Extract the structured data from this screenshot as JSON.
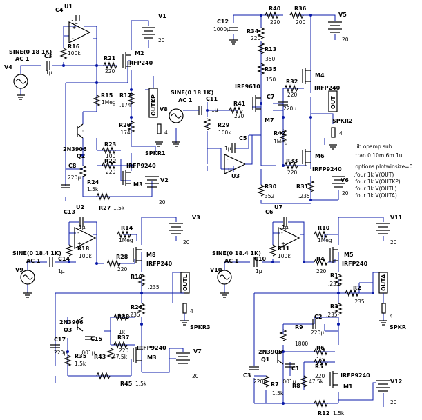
{
  "schematic": {
    "directives": [
      ".lib opamp.sub",
      ".tran 0 10m 6m 1u",
      ".options plotwinsize=0",
      ".four 1k V(OUT)",
      ".four 1k V(OUTKP)",
      ".four 1k V(OUTL)",
      ".four 1k V(OUTA)"
    ],
    "labels": {
      "c4": "C4",
      "u1": "U1",
      "c4v": "1µ",
      "r16": "R16",
      "r16v": "100k",
      "c3": "C3",
      "c3v": "1µ",
      "v4": "V4",
      "v4s": "SINE(0 18 1K)",
      "v4a": "AC 1",
      "r21": "R21",
      "r21v": "220",
      "m2": "M2",
      "m2t": "IRFP240",
      "v1": "V1",
      "v1v": "20",
      "r15": "R15",
      "r15v": "1Meg",
      "r17": "R17",
      "r17v": ".174",
      "outkp": "OUTKP",
      "r20": "R20",
      "r20v": ".174",
      "spkr1v": "4",
      "spkr1": "SPKR1",
      "q2n": "2N3906",
      "q2": "Q2",
      "r23": "R23",
      "r23v": "100",
      "r22": "R22",
      "r22v": "220",
      "m3t": "IRFP9240",
      "m3": "M3",
      "v2": "V2",
      "v2v": "20",
      "c8": "C8",
      "c8v": "220µ",
      "r24": "R24",
      "r24v": "1.5k",
      "r27": "R27",
      "r27v": "1.5k",
      "c12": "C12",
      "c12v": "1000µ",
      "r40": "R40",
      "r40v": "220",
      "r36": "R36",
      "r36v": "200",
      "v5": "V5",
      "v5v": "20",
      "r34": "R34",
      "r34v": "220",
      "r13": "R13",
      "r13v": "350",
      "r35": "R35",
      "r35v": "150",
      "irf9610": "IRF9610",
      "m4": "M4",
      "m4t": "IRFP240",
      "r32": "R32",
      "r32v": "220",
      "c7": "C7",
      "c7v": "220µ",
      "out": "OUT",
      "v8s": "SINE(0 18 1K)",
      "v8a": "AC 1",
      "v8": "V8",
      "c11": "C11",
      "c11v": "1µ",
      "r41": "R41",
      "r41v": "220",
      "m7": "M7",
      "spkr2v": "4",
      "spkr2": "SPKR2",
      "r29": "R29",
      "r29v": "100k",
      "c5": "C5",
      "c5v": "1µ",
      "r42": "R42",
      "r42v": "1Meg",
      "u3": "U3",
      "m6": "M6",
      "m6t": "IRFP9240",
      "r33": "R33",
      "r33v": "220",
      "r30": "R30",
      "r30v": "352",
      "r31": "R31",
      "r31v": ".235",
      "v6": "V6",
      "v6v": "20",
      "c13": "C13",
      "u2": "U2",
      "c13v": "1µ",
      "r14": "R14",
      "r14v": "1Meg",
      "v3": "V3",
      "v3v": "20",
      "r18": "R18",
      "r18v": "100k",
      "v9s": "SINE(0 18.4 1K)",
      "v9a": "AC 1",
      "c14": "C14",
      "c14v": "1µ",
      "v9": "V9",
      "r28": "R28",
      "r28v": "220",
      "m8": "M8",
      "m8t": "IRFP240",
      "r19": "R19",
      "r19v": ".235",
      "outl": "OUTL",
      "r26": "R26",
      "r26v": ".235",
      "spkr3v": "4",
      "spkr3": "SPKR3",
      "q3n": "2N3906",
      "q3": "Q3",
      "r38": "R38",
      "r38v": "1k",
      "r37": "R37",
      "r37v": "220",
      "c15": "C15",
      "c15v": ".001µ",
      "c17": "C17",
      "c17v": "220µ",
      "r35b": "R35",
      "r35bv": "1.5k",
      "r43": "R43",
      "r43v": "47.5k",
      "m3b": "M3",
      "m3bt": "IRFP9240",
      "v7": "V7",
      "v7v": "20",
      "r45": "R45",
      "r45v": "1.5k",
      "c6": "C6",
      "u7": "U7",
      "c6v": "1µ",
      "r10": "R10",
      "r10v": "1Meg",
      "v11": "V11",
      "v11v": "20",
      "r11": "R11",
      "r11v": "100k",
      "v10s": "SINE(0 18.4 1K)",
      "v10a": "AC 1",
      "c10": "C10",
      "c10v": "1µ",
      "v10": "V10",
      "r4": "R4",
      "r4v": "220",
      "m5": "M5",
      "m5t": "IRFP240",
      "r1": "R1",
      "r1v": ".235",
      "r2": "R2",
      "r2v": ".235",
      "outa": "OUTA",
      "r3": "R3",
      "r3v": ".235",
      "spkrv": "4",
      "spkr": "SPKR",
      "r9": "R9",
      "r9v": "1800",
      "c2": "C2",
      "c2v": "220µ",
      "q1n": "2N3906",
      "q1": "Q1",
      "r6": "R6",
      "r6v": "1k",
      "c1": "C1",
      "c1v": ".001µ",
      "r5": "R5",
      "r5v": "220",
      "m1t": "IRFP9240",
      "m1": "M1",
      "c3b": "C3",
      "c3bv": "220µ",
      "r7": "R7",
      "r7v": "1.5k",
      "r8": "R8",
      "r8v": "47.5k",
      "v12": "V12",
      "v12v": "20",
      "r12": "R12",
      "r12v": "1.5k"
    }
  }
}
